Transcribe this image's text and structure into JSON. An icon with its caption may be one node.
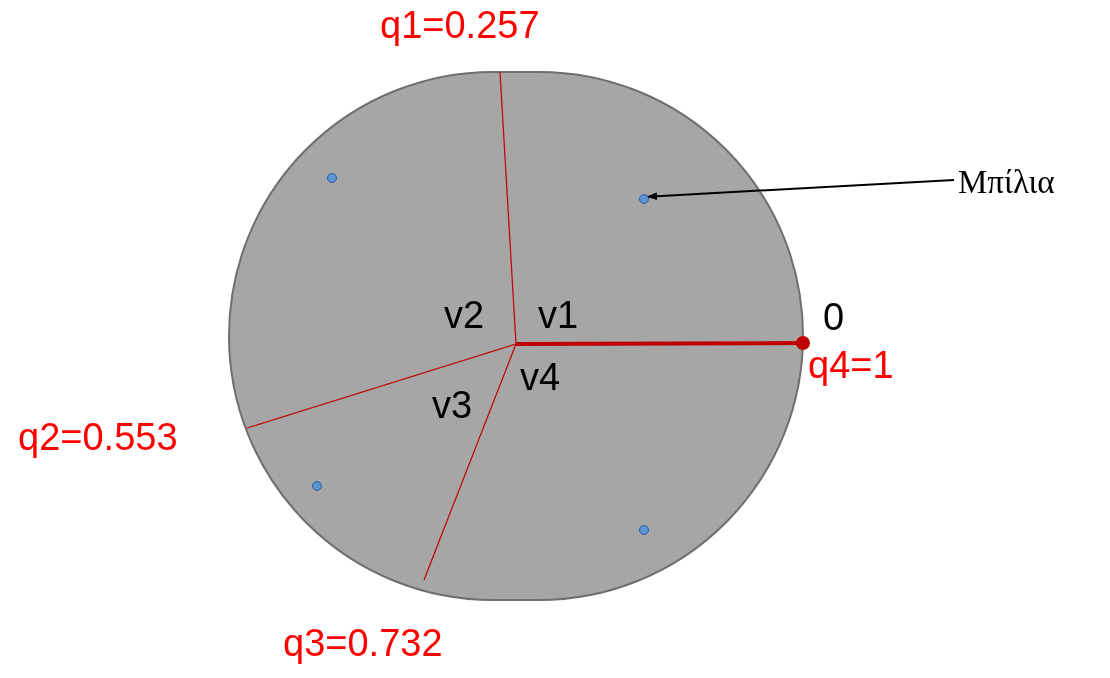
{
  "diagram": {
    "nodes": [
      {
        "text": [],
        "shape": "circle"
      },
      {
        "text": [],
        "shape": "circle",
        "in": 0
      },
      {
        "text": [],
        "shape": "circle",
        "in": 0
      },
      {
        "text": [],
        "shape": "circle",
        "in": 0
      },
      {
        "text": [],
        "shape": "circle",
        "in": 0
      },
      {
        "text": [
          "Μπίλια"
        ]
      }
    ],
    "edges": [
      {
        "from": 5,
        "to": 2,
        "arrow": "to"
      }
    ],
    "labels": [
      "q1=0.257",
      "v2",
      "v1",
      "0",
      "q4=1",
      "v4",
      "v3",
      "q2=0.553",
      "q3=0.732"
    ]
  }
}
